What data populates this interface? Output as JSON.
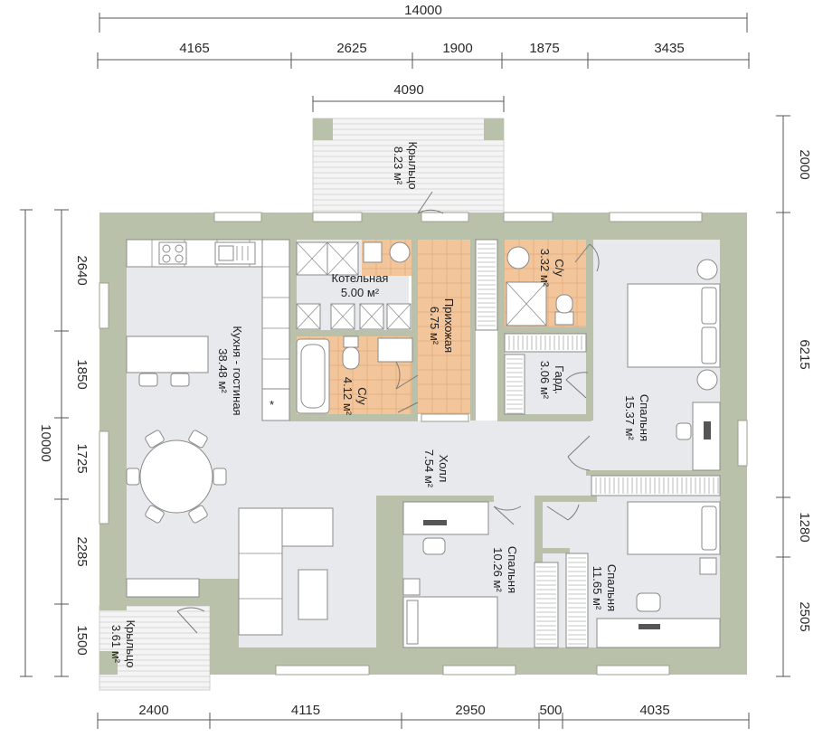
{
  "colors": {
    "wall": "#b9c1aa",
    "wall_dark": "#a7b095",
    "floor": "#e7e9ec",
    "tile": "#f2c59b",
    "tile_grid": "#e2a877",
    "furniture": "#ffffff",
    "furniture_stroke": "#8a8a8a",
    "dim_line": "#555555",
    "porch": "#f4f4f4",
    "porch_lines": "#cfcfcf",
    "window": "#ffffff"
  },
  "dimensions": {
    "top_total": "14000",
    "top_segments": [
      "4165",
      "2625",
      "1900",
      "1875",
      "3435"
    ],
    "porch_width": "4090",
    "left_total": "10000",
    "left_segments": [
      "2640",
      "1850",
      "1725",
      "2285",
      "1500"
    ],
    "right_segments": [
      "2000",
      "6215",
      "1280",
      "2505"
    ],
    "bottom_segments": [
      "2400",
      "4115",
      "2950",
      "500",
      "4035"
    ]
  },
  "rooms": {
    "porch_top": {
      "name": "Крыльцо",
      "area": "8.23 м²"
    },
    "kitchen": {
      "name": "Кухня - гостиная",
      "area": "38.48 м²"
    },
    "boiler": {
      "name": "Котельная",
      "area": "5.00 м²"
    },
    "hallway": {
      "name": "Прихожая",
      "area": "6.75 м²"
    },
    "bath_left": {
      "name": "С/у",
      "area": "4.12 м²"
    },
    "bath_right": {
      "name": "С/у",
      "area": "3.32 м²"
    },
    "wardrobe": {
      "name": "Гард.",
      "area": "3.06 м²"
    },
    "bedroom_big": {
      "name": "Спальня",
      "area": "15.37 м²"
    },
    "hall": {
      "name": "Холл",
      "area": "7.54 м²"
    },
    "bedroom_mid": {
      "name": "Спальня",
      "area": "10.26 м²"
    },
    "bedroom_small": {
      "name": "Спальня",
      "area": "11.65 м²"
    },
    "porch_bottom": {
      "name": "Крыльцо",
      "area": "3.61 м²"
    }
  },
  "icons": [
    "stove-icon",
    "sink-icon",
    "toilet-icon",
    "bathtub-icon",
    "shower-icon",
    "bed-icon",
    "sofa-icon",
    "dining-table-icon",
    "desk-icon",
    "chair-icon",
    "wardrobe-icon",
    "door-icon",
    "window-icon"
  ]
}
